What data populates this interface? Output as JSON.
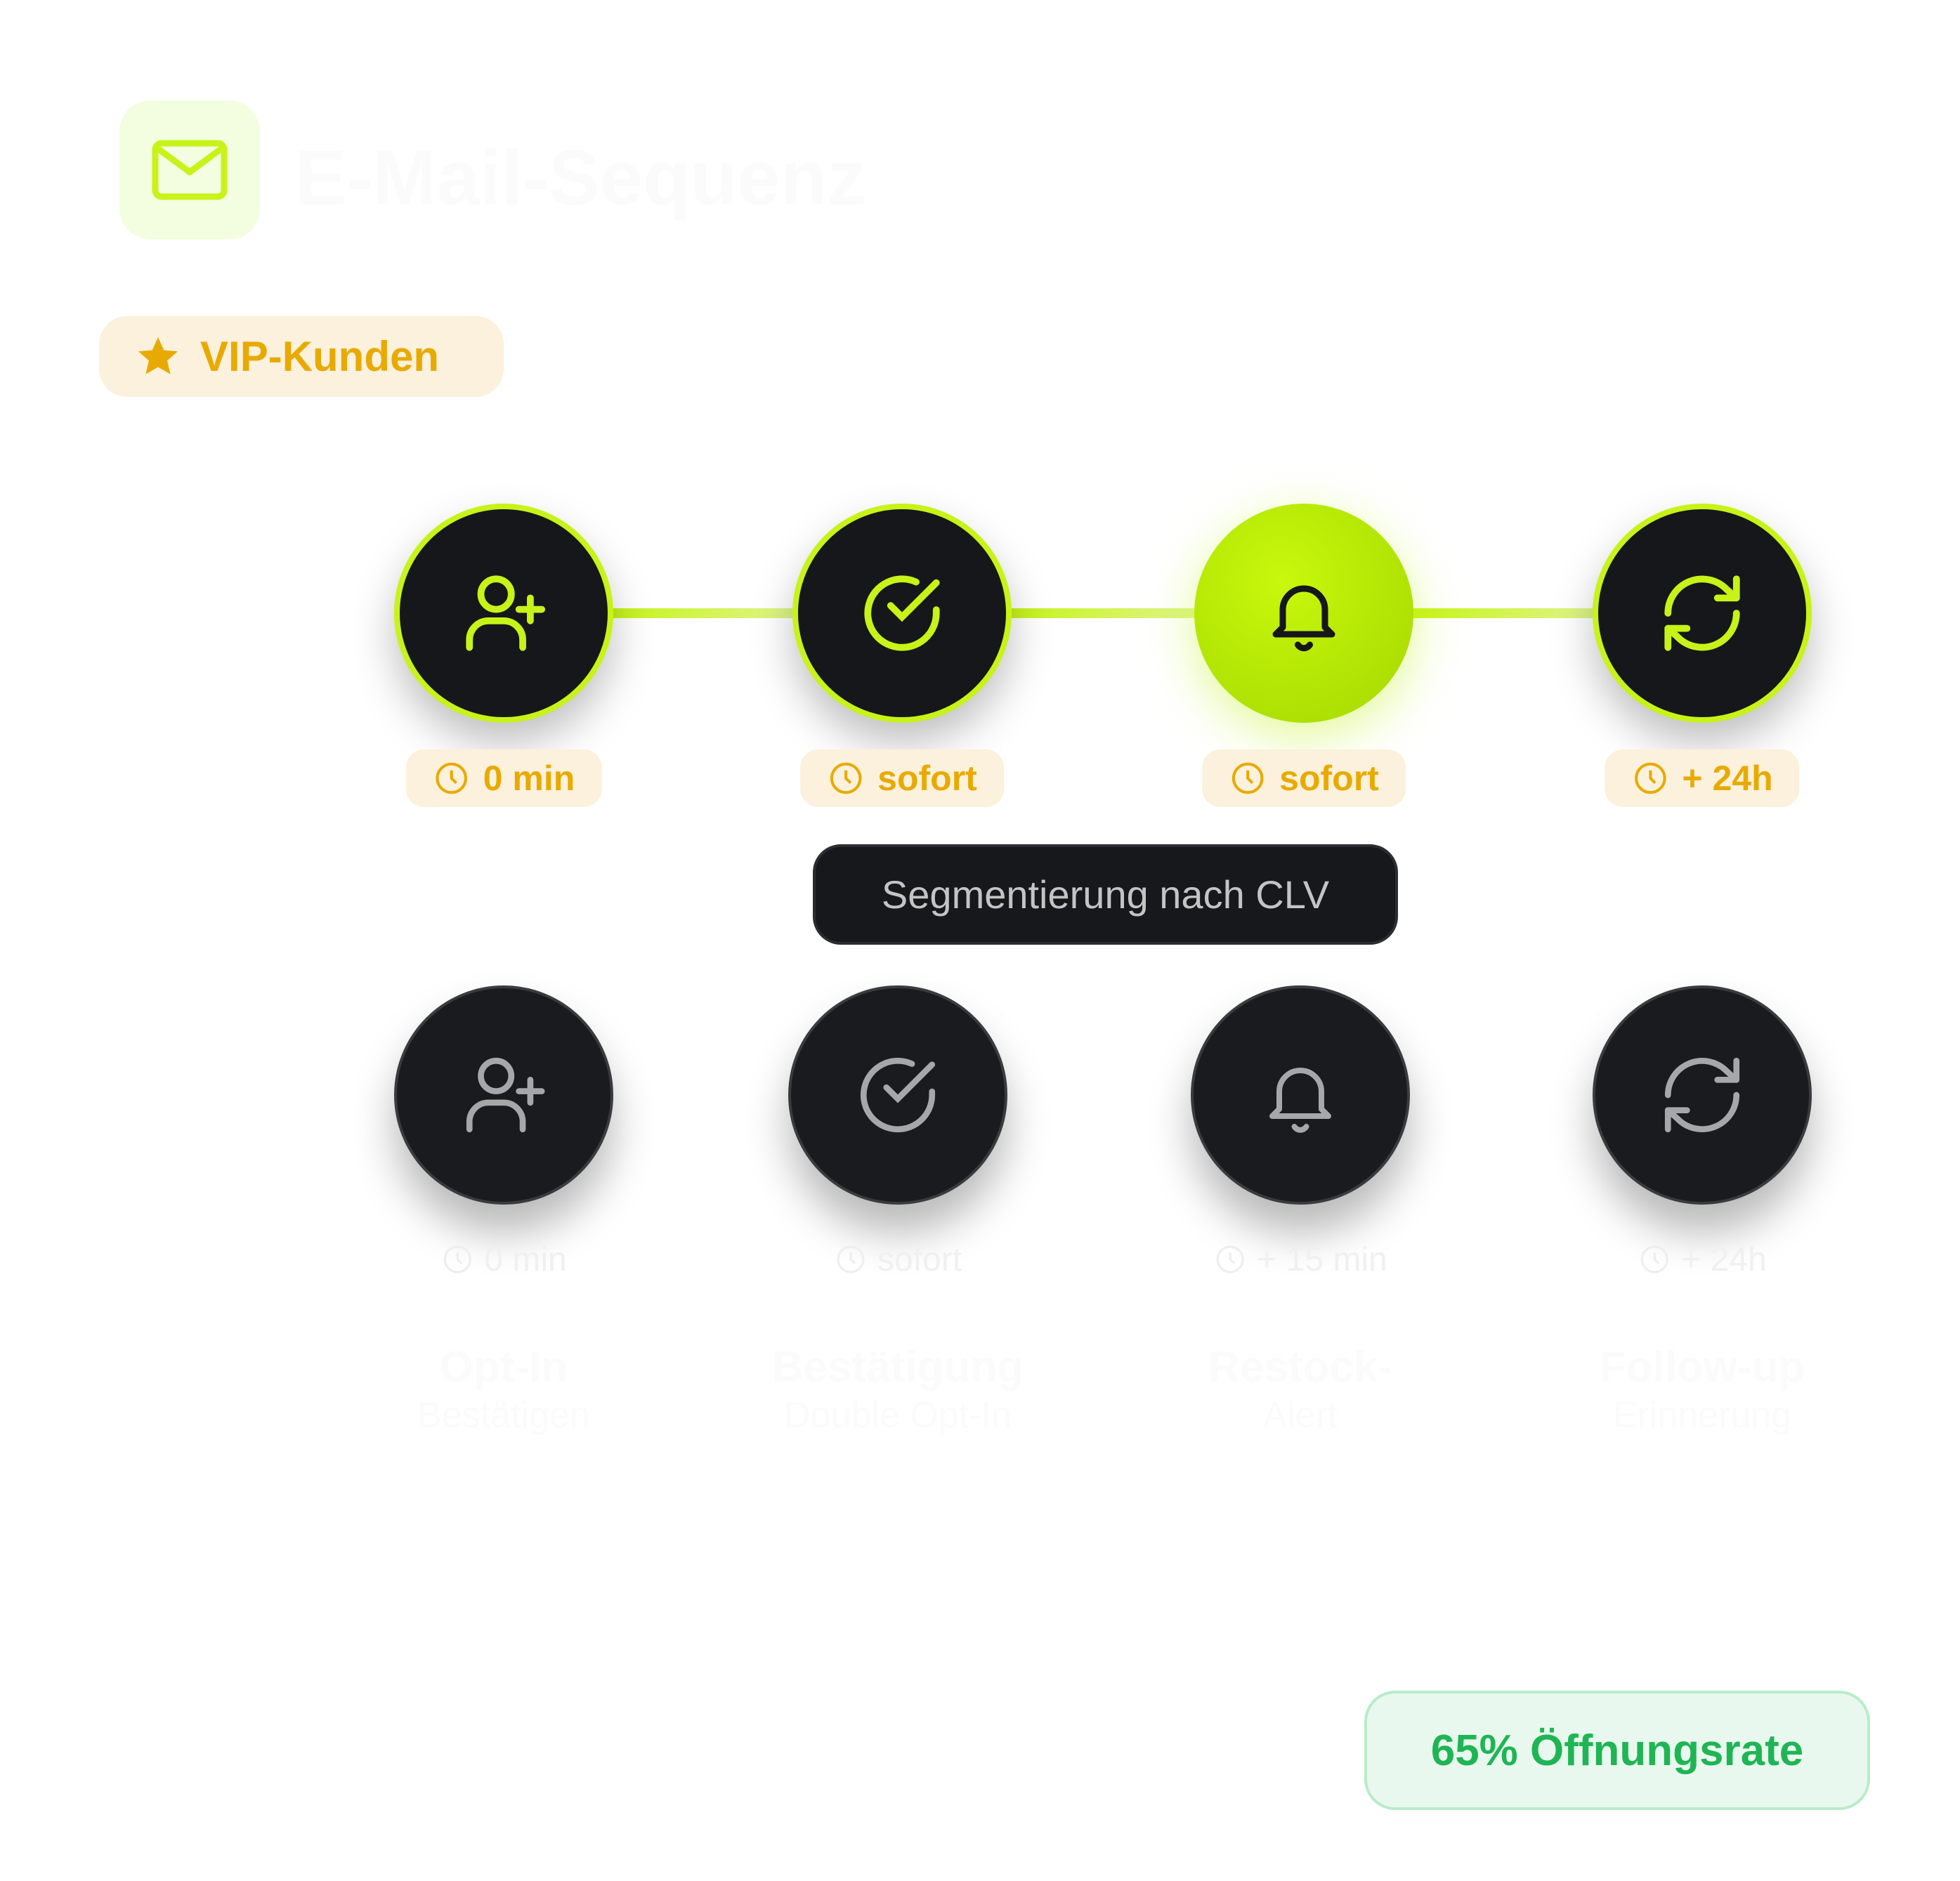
{
  "header": {
    "title": "E-Mail-Sequenz",
    "icon": "mail-icon"
  },
  "segment_badge": {
    "label": "VIP-Kunden",
    "icon": "star-icon"
  },
  "colors": {
    "accent": "#c7f318",
    "amber": "#e8aa00",
    "dark": "#16171a",
    "success": "#1fb555"
  },
  "active_sequence": [
    {
      "icon": "user-plus-icon",
      "time": "0 min",
      "state": "done"
    },
    {
      "icon": "check-circle-icon",
      "time": "sofort",
      "state": "done"
    },
    {
      "icon": "bell-icon",
      "time": "sofort",
      "state": "current"
    },
    {
      "icon": "refresh-icon",
      "time": "+ 24h",
      "state": "done"
    }
  ],
  "tooltip": {
    "text": "Segmentierung nach CLV"
  },
  "base_sequence": [
    {
      "icon": "user-plus-icon",
      "time": "0 min",
      "label": "Opt-In",
      "sub": "Bestätigen"
    },
    {
      "icon": "check-circle-icon",
      "time": "sofort",
      "label": "Bestätigung",
      "sub": "Double Opt-In"
    },
    {
      "icon": "bell-icon",
      "time": "+ 15 min",
      "label": "Restock-",
      "sub": "Alert"
    },
    {
      "icon": "refresh-icon",
      "time": "+ 24h",
      "label": "Follow-up",
      "sub": "Erinnerung"
    }
  ],
  "stat_badge": {
    "text": "65% Öffnungsrate"
  }
}
